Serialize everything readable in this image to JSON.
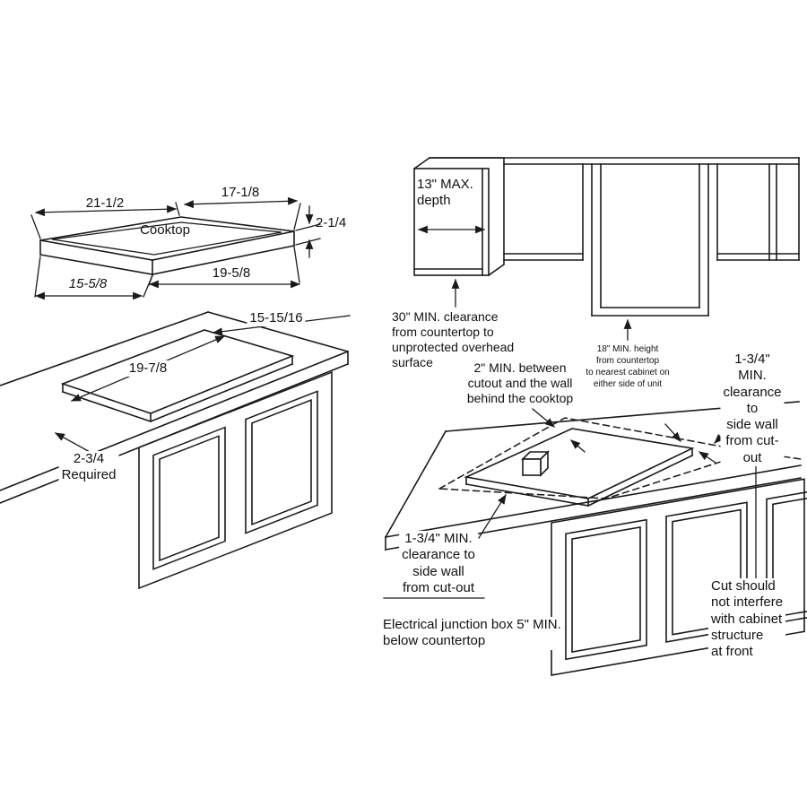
{
  "cooktop_view": {
    "dim_width_left": "21-1/2",
    "dim_width_right": "17-1/8",
    "dim_thickness": "2-1/4",
    "surface_label": "Cooktop",
    "dim_depth_right": "19-5/8",
    "dim_depth_left": "15-5/8"
  },
  "cutout_view": {
    "dim_cutout_width": "15-15/16",
    "dim_cutout_depth": "19-7/8",
    "front_clearance_note": "2-3/4\nRequired"
  },
  "installation_view": {
    "max_depth_note": "13\" MAX.\ndepth",
    "overhead_clearance_note": "30\" MIN. clearance\nfrom countertop to\nunprotected overhead\nsurface",
    "side_cabinet_height_note": "18\" MIN. height\nfrom countertop\nto nearest cabinet on\neither side of unit",
    "rear_wall_clearance_note": "2\" MIN. between\ncutout and the wall\nbehind the cooktop",
    "right_side_clearance_note": "1-3/4\" MIN.\nclearance to\nside wall\nfrom cut-out",
    "left_side_clearance_note": "1-3/4\" MIN.\nclearance to\nside wall\nfrom cut-out",
    "junction_box_note": "Electrical junction box 5\" MIN.\nbelow countertop",
    "front_structure_note": "Cut should\nnot interfere\nwith cabinet\nstructure\nat front"
  },
  "colors": {
    "line": "#1a1a1a",
    "background": "#ffffff"
  }
}
